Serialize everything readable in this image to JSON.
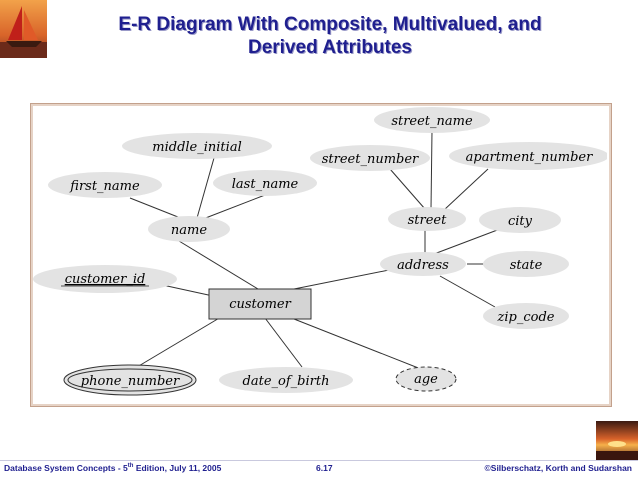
{
  "slide": {
    "title_line1": "E-R Diagram With Composite, Multivalued, and",
    "title_line2": "Derived Attributes"
  },
  "diagram": {
    "entity": "customer",
    "attributes": {
      "street_name": "street_name",
      "middle_initial": "middle_initial",
      "street_number": "street_number",
      "apartment_number": "apartment_number",
      "first_name": "first_name",
      "last_name": "last_name",
      "street": "street",
      "city": "city",
      "name": "name",
      "address": "address",
      "state": "state",
      "customer_id": "customer_id",
      "zip_code": "zip_code",
      "phone_number": "phone_number",
      "date_of_birth": "date_of_birth",
      "age": "age"
    }
  },
  "footer": {
    "book": "Database System Concepts - 5",
    "edition_sup": "th",
    "edition_rest": " Edition, July 11, 2005",
    "page": "6.17",
    "copyright": "©Silberschatz, Korth and Sudarshan"
  },
  "colors": {
    "title": "#1f1f8f",
    "attribute_fill": "#e3e3e3",
    "entity_fill": "#d4d4d4",
    "line": "#333333"
  }
}
